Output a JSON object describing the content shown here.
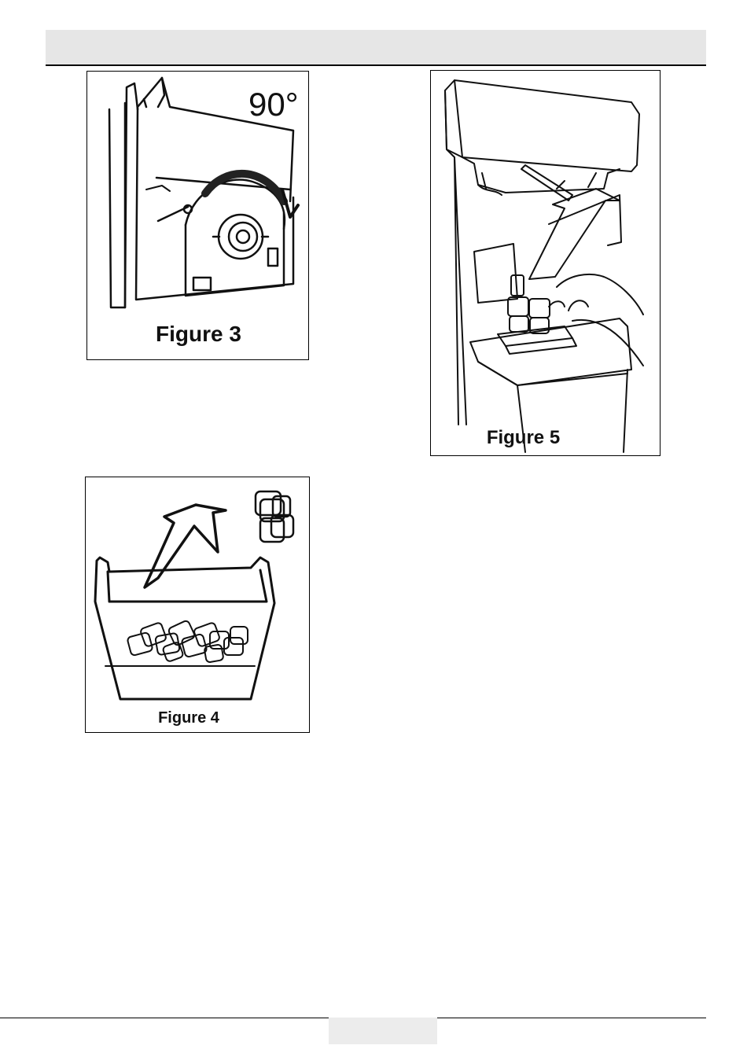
{
  "figures": {
    "fig3": {
      "caption": "Figure 3",
      "angle_label": "90°"
    },
    "fig4": {
      "caption": "Figure 4"
    },
    "fig5": {
      "caption": "Figure 5"
    }
  }
}
